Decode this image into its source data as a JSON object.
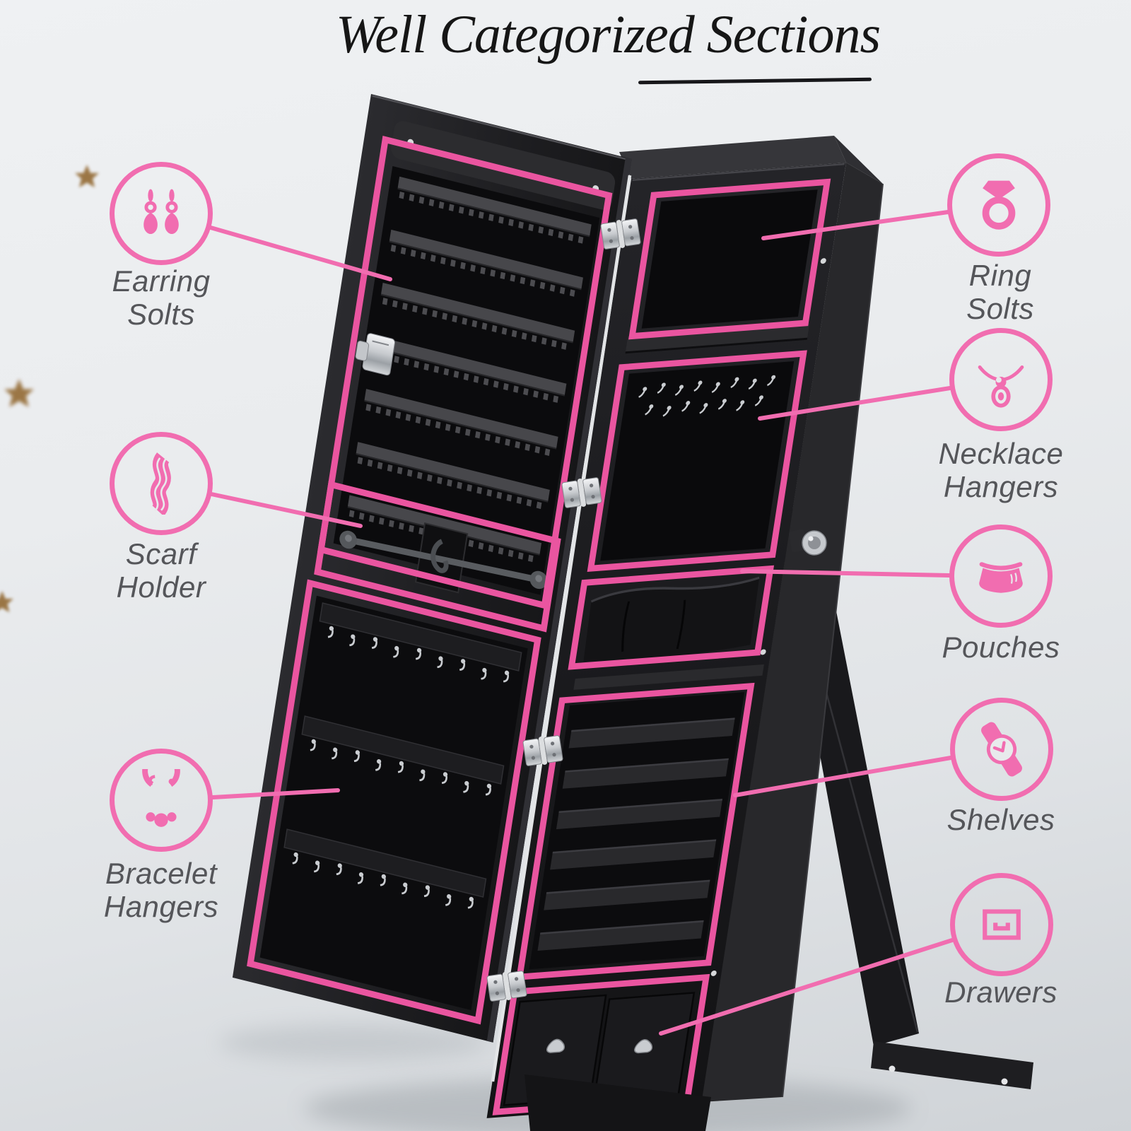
{
  "title": {
    "text": "Well Categorized Sections"
  },
  "callouts": {
    "left": [
      {
        "label": "Earring\nSolts",
        "icon": "earrings-icon"
      },
      {
        "label": "Scarf\nHolder",
        "icon": "scarf-icon"
      },
      {
        "label": "Bracelet\nHangers",
        "icon": "bracelet-icon"
      }
    ],
    "right": [
      {
        "label": "Ring Solts",
        "icon": "ring-icon"
      },
      {
        "label": "Necklace\nHangers",
        "icon": "necklace-icon"
      },
      {
        "label": "Pouches",
        "icon": "pouch-icon"
      },
      {
        "label": "Shelves",
        "icon": "watch-icon"
      },
      {
        "label": "Drawers",
        "icon": "drawer-icon"
      }
    ]
  },
  "colors": {
    "accent-pink": "#f16db0",
    "outline-pink": "#ea55a0",
    "label-gray": "#55565a",
    "title-black": "#161616",
    "background-gray": "#e8eaec",
    "cabinet-black": "#1e1e21",
    "star-gold": "#8a5c20"
  }
}
